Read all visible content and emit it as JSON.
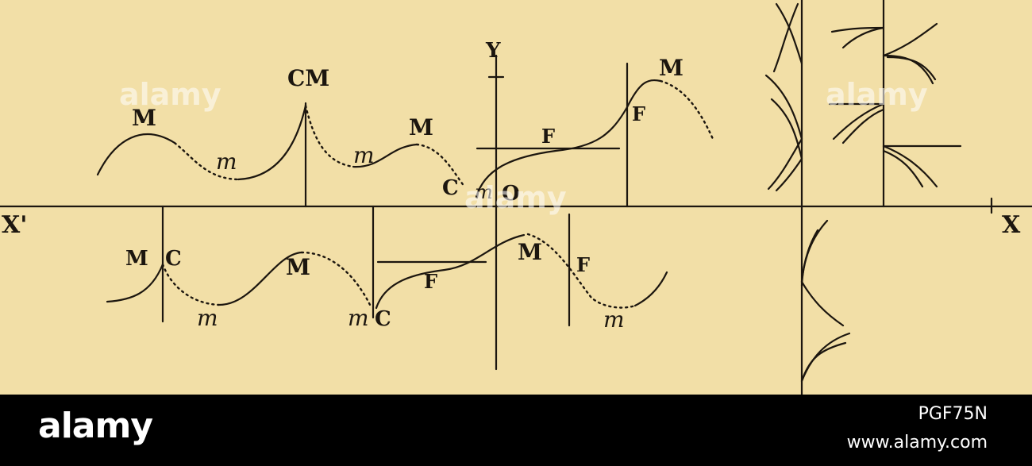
{
  "diagram": {
    "labels": {
      "y_axis": "Y",
      "x_axis": "X",
      "x_neg_axis": "X'",
      "origin": "O",
      "M": "M",
      "m": "m",
      "C": "C",
      "CM": "CM",
      "F": "F"
    }
  },
  "watermark": "alamy",
  "footer": {
    "logo": "alamy",
    "image_id": "PGF75N",
    "url": "www.alamy.com"
  },
  "colors": {
    "paper": "#f2dfa7",
    "ink": "#1c160f",
    "footer": "#000000"
  }
}
